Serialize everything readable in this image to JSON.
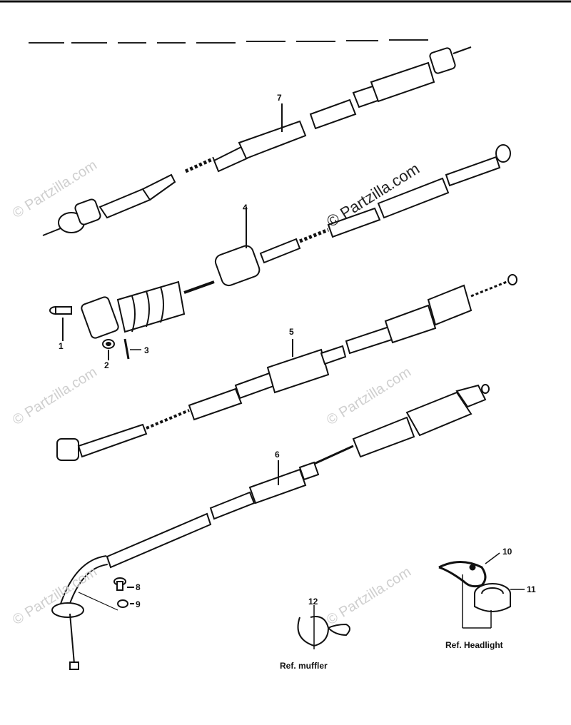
{
  "watermark": "© Partzilla.com",
  "parts": [
    {
      "number": "1"
    },
    {
      "number": "2"
    },
    {
      "number": "3"
    },
    {
      "number": "4"
    },
    {
      "number": "5"
    },
    {
      "number": "6"
    },
    {
      "number": "7"
    },
    {
      "number": "8"
    },
    {
      "number": "9"
    },
    {
      "number": "10"
    },
    {
      "number": "11"
    },
    {
      "number": "12"
    }
  ],
  "references": {
    "muffler": "Ref. muffler",
    "headlight": "Ref. Headlight"
  }
}
